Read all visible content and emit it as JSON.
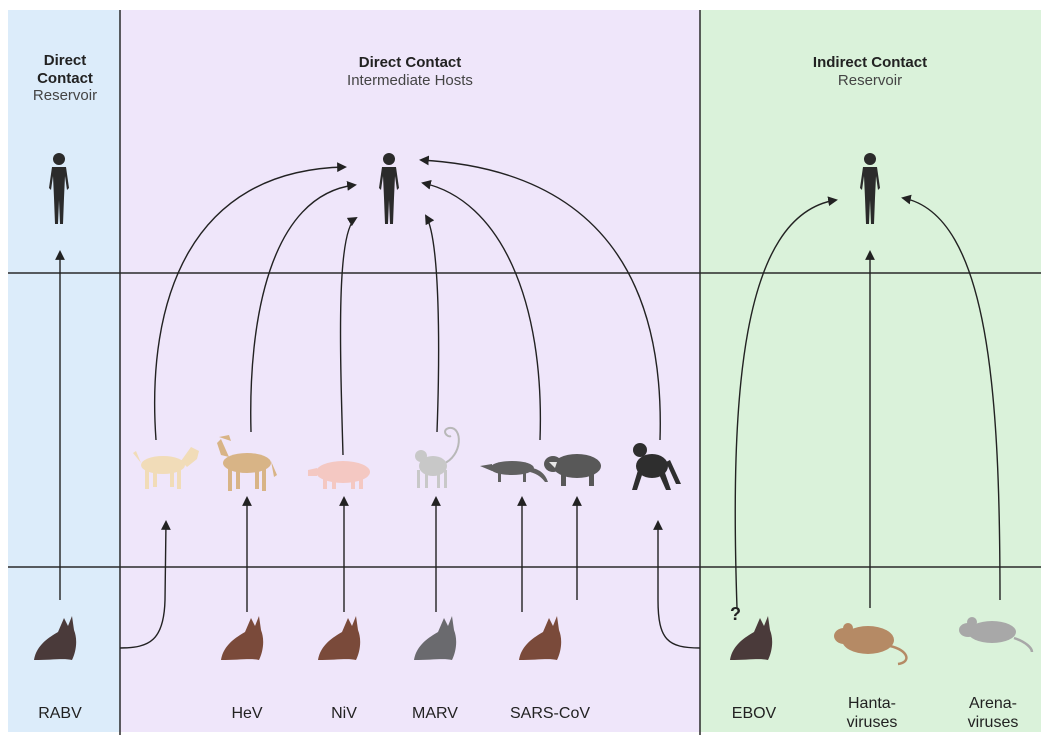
{
  "panels": {
    "left": {
      "title_1": "Direct",
      "title_2": "Contact",
      "subtitle": "Reservoir",
      "bg": "#dcecfa"
    },
    "middle": {
      "title": "Direct Contact",
      "subtitle": "Intermediate Hosts",
      "bg": "#efe6fa"
    },
    "right": {
      "title": "Indirect Contact",
      "subtitle": "Reservoir",
      "bg": "#daf2da"
    }
  },
  "viruses": {
    "rabv": "RABV",
    "hev": "HeV",
    "niv": "NiV",
    "marv": "MARV",
    "sars": "SARS-CoV",
    "ebov": "EBOV",
    "hanta_1": "Hanta-",
    "hanta_2": "viruses",
    "arena_1": "Arena-",
    "arena_2": "viruses"
  },
  "ebov_mark": "?",
  "icons": {
    "human": "human-figure-icon",
    "bat": "bat-icon",
    "dog": "dog-icon",
    "horse": "horse-icon",
    "pig": "pig-icon",
    "monkey": "monkey-icon",
    "civet": "civet-icon",
    "badger": "raccoon-dog-icon",
    "chimp": "chimpanzee-icon",
    "rodent": "rodent-icon"
  },
  "colors": {
    "line": "#2a2a2a",
    "arrow": "#222222",
    "human": "#2b2b2b",
    "bat_dark": "#4a3a3a",
    "bat_brown": "#7a4a3a",
    "bat_gray": "#6a6a6e",
    "dog": "#f1dcb8",
    "horse": "#d8b486",
    "pig": "#f4c8c2",
    "monkey": "#c8c8c8",
    "civet": "#606060",
    "badger": "#585858",
    "chimp": "#2e2e2e",
    "rodent_brown": "#b58a65",
    "rodent_gray": "#a8a8a8"
  }
}
